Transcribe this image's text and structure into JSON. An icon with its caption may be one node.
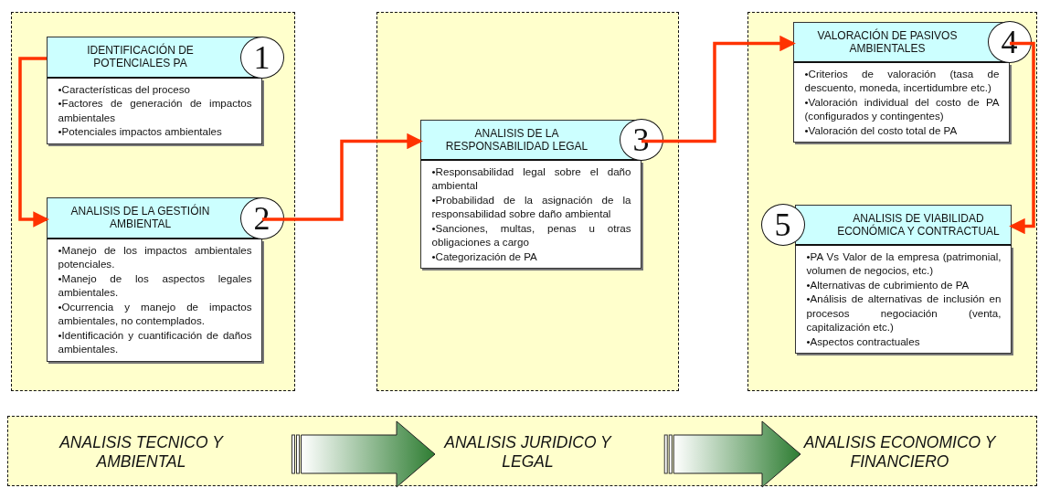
{
  "diagram": {
    "nodes": [
      {
        "text": [],
        "shape": "box"
      },
      {
        "text": [
          "IDENTIFICACIÓN DE POTENCIALES PA",
          "1",
          "•Características del proceso",
          "•Factores de generación de impactos ambientales",
          "•Potenciales impactos ambientales"
        ],
        "in": 0
      },
      {
        "text": [
          "ANALISIS DE LA GESTIÓIN AMBIENTAL",
          "2",
          "•Manejo de los impactos ambientales potenciales.",
          "•Manejo de los aspectos legales ambientales.",
          "•Ocurrencia y manejo de impactos ambientales, no contemplados.",
          "•Identificación y cuantificación de daños ambientales."
        ],
        "in": 0
      },
      {
        "text": [],
        "shape": "box"
      },
      {
        "text": [
          "ANALISIS DE LA RESPONSABILIDAD LEGAL",
          "3",
          "•Responsabilidad legal sobre el daño ambiental",
          "•Probabilidad de la asignación de la responsabilidad sobre daño ambiental",
          "•Sanciones, multas, penas u otras obligaciones a cargo",
          "•Categorización de PA"
        ],
        "in": 3
      },
      {
        "text": [],
        "shape": "box"
      },
      {
        "text": [
          "VALORACIÓN DE PASIVOS AMBIENTALES",
          "4",
          "•Criterios de valoración (tasa de descuento, moneda, incertidumbre etc.)",
          "•Valoración individual del costo de PA (configurados y contingentes)",
          "•Valoración del costo total de PA"
        ],
        "in": 5
      },
      {
        "text": [
          "5",
          "ANALISIS DE VIABILIDAD ECONÓMICA  Y CONTRACTUAL",
          "•PA Vs Valor de la empresa (patrimonial, volumen de negocios, etc.)",
          "•Alternativas de cubrimiento de PA",
          "•Análisis de alternativas de inclusión en procesos negociación (venta, capitalización etc.)",
          "•Aspectos contractuales"
        ],
        "in": 5
      },
      {
        "text": [],
        "shape": "box"
      },
      {
        "text": [
          "ANALISIS TECNICO Y AMBIENTAL"
        ],
        "in": 8
      },
      {
        "text": [
          "ANALISIS JURIDICO Y LEGAL"
        ],
        "in": 8
      },
      {
        "text": [
          "ANALISIS ECONOMICO Y FINANCIERO"
        ],
        "in": 8
      }
    ],
    "edges": [
      {
        "from": 1,
        "to": 2,
        "arrow": "to"
      },
      {
        "from": 2,
        "to": 4,
        "arrow": "to"
      },
      {
        "from": 4,
        "to": 6,
        "arrow": "to"
      },
      {
        "from": 6,
        "to": 7,
        "arrow": "to"
      },
      {
        "from": 9,
        "to": 10,
        "arrow": "to",
        "color": "#2e7d32"
      },
      {
        "from": 10,
        "to": 11,
        "arrow": "to",
        "color": "#2e7d32"
      }
    ]
  }
}
